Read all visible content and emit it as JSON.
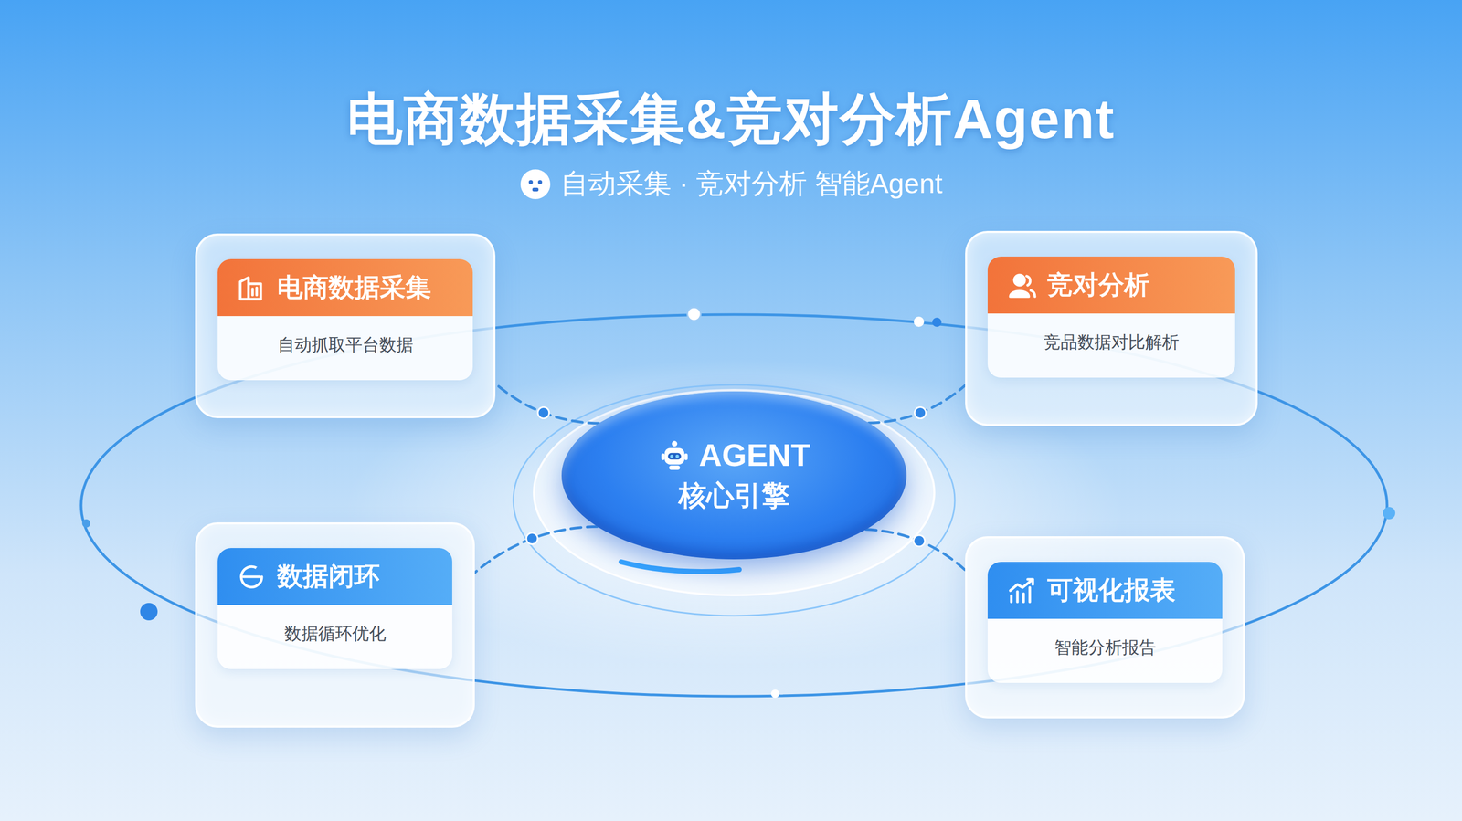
{
  "diagram": {
    "title": "电商数据采集&竞对分析Agent",
    "caption": "自动采集 · 竞对分析 智能Agent",
    "nodes": [
      {
        "text": [
          "电商数据采集",
          "自动抓取平台数据"
        ]
      },
      {
        "text": [
          "竞对分析",
          "竞品数据对比解析"
        ]
      },
      {
        "text": [
          "AGENT",
          "核心引擎"
        ]
      },
      {
        "text": [
          "数据闭环",
          "数据循环优化"
        ]
      },
      {
        "text": [
          "可视化报表",
          "智能分析报告"
        ]
      }
    ],
    "edges": [
      {
        "from": 2,
        "to": 0,
        "arrow": "none"
      },
      {
        "from": 2,
        "to": 1,
        "arrow": "none"
      },
      {
        "from": 2,
        "to": 3,
        "arrow": "none"
      },
      {
        "from": 2,
        "to": 4,
        "arrow": "none"
      }
    ]
  }
}
